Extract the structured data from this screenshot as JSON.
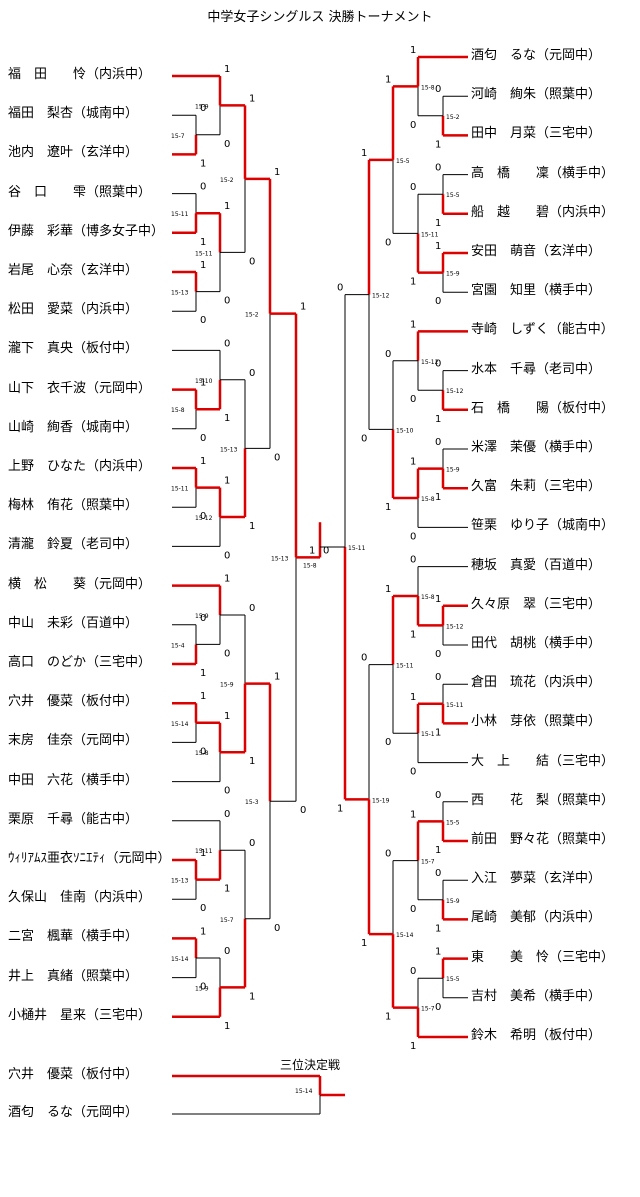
{
  "title": "中学女子シングルス 決勝トーナメント",
  "left_players": [
    {
      "name": "福　田　　怜",
      "team": "（内浜中）"
    },
    {
      "name": "福田　梨杏",
      "team": "（城南中）"
    },
    {
      "name": "池内　遼叶",
      "team": "（玄洋中）"
    },
    {
      "name": "谷　口　　雫",
      "team": "（照葉中）"
    },
    {
      "name": "伊藤　彩華",
      "team": "（博多女子中）"
    },
    {
      "name": "岩尾　心奈",
      "team": "（玄洋中）"
    },
    {
      "name": "松田　愛菜",
      "team": "（内浜中）"
    },
    {
      "name": "瀧下　真央",
      "team": "（板付中）"
    },
    {
      "name": "山下　衣千波",
      "team": "（元岡中）"
    },
    {
      "name": "山崎　絢香",
      "team": "（城南中）"
    },
    {
      "name": "上野　ひなた",
      "team": "（内浜中）"
    },
    {
      "name": "梅林　侑花",
      "team": "（照葉中）"
    },
    {
      "name": "清瀧　鈴夏",
      "team": "（老司中）"
    },
    {
      "name": "横　松　　葵",
      "team": "（元岡中）"
    },
    {
      "name": "中山　未彩",
      "team": "（百道中）"
    },
    {
      "name": "高口　のどか",
      "team": "（三宅中）"
    },
    {
      "name": "穴井　優菜",
      "team": "（板付中）"
    },
    {
      "name": "末房　佳奈",
      "team": "（元岡中）"
    },
    {
      "name": "中田　六花",
      "team": "（横手中）"
    },
    {
      "name": "栗原　千尋",
      "team": "（能古中）"
    },
    {
      "name": "ｳｨﾘｱﾑｽ亜衣ｿﾆｴﾃｨ",
      "team": "（元岡中）"
    },
    {
      "name": "久保山　佳南",
      "team": "（内浜中）"
    },
    {
      "name": "二宮　楓華",
      "team": "（横手中）"
    },
    {
      "name": "井上　真緒",
      "team": "（照葉中）"
    },
    {
      "name": "小樋井　星来",
      "team": "（三宅中）"
    }
  ],
  "right_players": [
    {
      "name": "酒匂　るな",
      "team": "（元岡中）"
    },
    {
      "name": "河崎　絢朱",
      "team": "（照葉中）"
    },
    {
      "name": "田中　月菜",
      "team": "（三宅中）"
    },
    {
      "name": "高　橋　　凜",
      "team": "（横手中）"
    },
    {
      "name": "船　越　　碧",
      "team": "（内浜中）"
    },
    {
      "name": "安田　萌音",
      "team": "（玄洋中）"
    },
    {
      "name": "宮園　知里",
      "team": "（横手中）"
    },
    {
      "name": "寺崎　しずく",
      "team": "（能古中）"
    },
    {
      "name": "水本　千尋",
      "team": "（老司中）"
    },
    {
      "name": "石　橋　　陽",
      "team": "（板付中）"
    },
    {
      "name": "米澤　茉優",
      "team": "（横手中）"
    },
    {
      "name": "久富　朱莉",
      "team": "（三宅中）"
    },
    {
      "name": "笹栗　ゆり子",
      "team": "（城南中）"
    },
    {
      "name": "穂坂　真愛",
      "team": "（百道中）"
    },
    {
      "name": "久々原　翠",
      "team": "（三宅中）"
    },
    {
      "name": "田代　胡桃",
      "team": "（横手中）"
    },
    {
      "name": "倉田　琉花",
      "team": "（内浜中）"
    },
    {
      "name": "小林　芽依",
      "team": "（照葉中）"
    },
    {
      "name": "大　上　　結",
      "team": "（三宅中）"
    },
    {
      "name": "西　　花　梨",
      "team": "（照葉中）"
    },
    {
      "name": "前田　野々花",
      "team": "（照葉中）"
    },
    {
      "name": "入江　夢菜",
      "team": "（玄洋中）"
    },
    {
      "name": "尾崎　美郁",
      "team": "（内浜中）"
    },
    {
      "name": "東　　美　怜",
      "team": "（三宅中）"
    },
    {
      "name": "吉村　美希",
      "team": "（横手中）"
    },
    {
      "name": "鈴木　希明",
      "team": "（板付中）"
    }
  ],
  "third_place": {
    "title": "三位決定戦",
    "players": [
      {
        "name": "穴井　優菜",
        "team": "（板付中）"
      },
      {
        "name": "酒匂　るな",
        "team": "（元岡中）"
      }
    ],
    "score": "15-14"
  },
  "colors": {
    "winner_line": "#dd0000",
    "loser_line": "#000000"
  },
  "left_matches": [
    {
      "id": "L_a",
      "inputs": [
        1,
        2
      ],
      "score": "15-7",
      "marks": [
        "0",
        "1"
      ],
      "win": 1
    },
    {
      "id": "L_b",
      "inputs": [
        0,
        "L_a"
      ],
      "score": "15-9",
      "marks": [
        "1",
        "0"
      ],
      "win": 0
    },
    {
      "id": "L_c",
      "inputs": [
        3,
        4
      ],
      "score": "15-11",
      "marks": [
        "0",
        "1"
      ],
      "win": 1
    },
    {
      "id": "L_d",
      "inputs": [
        5,
        6
      ],
      "score": "15-13",
      "marks": [
        "1",
        "0"
      ],
      "win": 0
    },
    {
      "id": "L_e",
      "inputs": [
        "L_c",
        "L_d"
      ],
      "score": "15-11",
      "marks": [
        "1",
        "0"
      ],
      "win": 0
    },
    {
      "id": "L_f",
      "inputs": [
        "L_b",
        "L_e"
      ],
      "score": "15-2",
      "marks": [
        "1",
        "0"
      ],
      "win": 0
    },
    {
      "id": "L_g",
      "inputs": [
        8,
        9
      ],
      "score": "15-8",
      "marks": [
        "1",
        "0"
      ],
      "win": 0
    },
    {
      "id": "L_h",
      "inputs": [
        7,
        "L_g"
      ],
      "score": "15-10",
      "marks": [
        "0",
        "1"
      ],
      "win": 1
    },
    {
      "id": "L_i",
      "inputs": [
        10,
        11
      ],
      "score": "15-11",
      "marks": [
        "1",
        "0"
      ],
      "win": 0
    },
    {
      "id": "L_j",
      "inputs": [
        "L_i",
        12
      ],
      "score": "15-12",
      "marks": [
        "1",
        "0"
      ],
      "win": 0
    },
    {
      "id": "L_k",
      "inputs": [
        "L_h",
        "L_j"
      ],
      "score": "15-13",
      "marks": [
        "0",
        "1"
      ],
      "win": 1
    },
    {
      "id": "L_l",
      "inputs": [
        "L_f",
        "L_k"
      ],
      "score": "15-2",
      "marks": [
        "1",
        "0"
      ],
      "win": 0
    },
    {
      "id": "L_m",
      "inputs": [
        14,
        15
      ],
      "score": "15-4",
      "marks": [
        "0",
        "1"
      ],
      "win": 1
    },
    {
      "id": "L_n",
      "inputs": [
        13,
        "L_m"
      ],
      "score": "15-9",
      "marks": [
        "1",
        "0"
      ],
      "win": 0
    },
    {
      "id": "L_o",
      "inputs": [
        16,
        17
      ],
      "score": "15-14",
      "marks": [
        "1",
        "0"
      ],
      "win": 0
    },
    {
      "id": "L_p",
      "inputs": [
        "L_o",
        18
      ],
      "score": "15-8",
      "marks": [
        "1",
        "0"
      ],
      "win": 0
    },
    {
      "id": "L_q",
      "inputs": [
        "L_n",
        "L_p"
      ],
      "score": "15-9",
      "marks": [
        "0",
        "1"
      ],
      "win": 1
    },
    {
      "id": "L_r",
      "inputs": [
        20,
        21
      ],
      "score": "15-13",
      "marks": [
        "1",
        "0"
      ],
      "win": 0
    },
    {
      "id": "L_s",
      "inputs": [
        19,
        "L_r"
      ],
      "score": "15-11",
      "marks": [
        "0",
        "1"
      ],
      "win": 1
    },
    {
      "id": "L_t",
      "inputs": [
        22,
        23
      ],
      "score": "15-14",
      "marks": [
        "1",
        "0"
      ],
      "win": 0
    },
    {
      "id": "L_u",
      "inputs": [
        "L_t",
        24
      ],
      "score": "15-9",
      "marks": [
        "0",
        "1"
      ],
      "win": 1
    },
    {
      "id": "L_v",
      "inputs": [
        "L_s",
        "L_u"
      ],
      "score": "15-7",
      "marks": [
        "0",
        "1"
      ],
      "win": 1
    },
    {
      "id": "L_w",
      "inputs": [
        "L_q",
        "L_v"
      ],
      "score": "15-3",
      "marks": [
        "1",
        "0"
      ],
      "win": 0
    },
    {
      "id": "L_x",
      "inputs": [
        "L_l",
        "L_w"
      ],
      "score": "15-13",
      "marks": [
        "1",
        "0"
      ],
      "win": 0
    }
  ],
  "right_matches": [
    {
      "id": "R_a",
      "inputs": [
        1,
        2
      ],
      "score": "15-2",
      "marks": [
        "0",
        "1"
      ],
      "win": 1
    },
    {
      "id": "R_b",
      "inputs": [
        0,
        "R_a"
      ],
      "score": "15-8",
      "marks": [
        "1",
        "0"
      ],
      "win": 0
    },
    {
      "id": "R_c",
      "inputs": [
        3,
        4
      ],
      "score": "15-5",
      "marks": [
        "0",
        "1"
      ],
      "win": 1
    },
    {
      "id": "R_d",
      "inputs": [
        5,
        6
      ],
      "score": "15-9",
      "marks": [
        "1",
        "0"
      ],
      "win": 0
    },
    {
      "id": "R_e",
      "inputs": [
        "R_c",
        "R_d"
      ],
      "score": "15-11",
      "marks": [
        "0",
        "1"
      ],
      "win": 1
    },
    {
      "id": "R_f",
      "inputs": [
        "R_b",
        "R_e"
      ],
      "score": "15-5",
      "marks": [
        "1",
        "0"
      ],
      "win": 0
    },
    {
      "id": "R_g",
      "inputs": [
        8,
        9
      ],
      "score": "15-12",
      "marks": [
        "0",
        "1"
      ],
      "win": 1
    },
    {
      "id": "R_h",
      "inputs": [
        7,
        "R_g"
      ],
      "score": "15-12",
      "marks": [
        "1",
        "0"
      ],
      "win": 0
    },
    {
      "id": "R_i",
      "inputs": [
        10,
        11
      ],
      "score": "15-9",
      "marks": [
        "0",
        "1"
      ],
      "win": 1
    },
    {
      "id": "R_j",
      "inputs": [
        "R_i",
        12
      ],
      "score": "15-8",
      "marks": [
        "1",
        "0"
      ],
      "win": 0
    },
    {
      "id": "R_k",
      "inputs": [
        "R_h",
        "R_j"
      ],
      "score": "15-10",
      "marks": [
        "0",
        "1"
      ],
      "win": 1
    },
    {
      "id": "R_l",
      "inputs": [
        "R_f",
        "R_k"
      ],
      "score": "15-12",
      "marks": [
        "1",
        "0"
      ],
      "win": 0
    },
    {
      "id": "R_m",
      "inputs": [
        14,
        15
      ],
      "score": "15-12",
      "marks": [
        "1",
        "0"
      ],
      "win": 0
    },
    {
      "id": "R_n",
      "inputs": [
        13,
        "R_m"
      ],
      "score": "15-8",
      "marks": [
        "0",
        "1"
      ],
      "win": 1
    },
    {
      "id": "R_o",
      "inputs": [
        16,
        17
      ],
      "score": "15-11",
      "marks": [
        "0",
        "1"
      ],
      "win": 1
    },
    {
      "id": "R_p",
      "inputs": [
        "R_o",
        18
      ],
      "score": "15-1",
      "marks": [
        "1",
        "0"
      ],
      "win": 0
    },
    {
      "id": "R_q",
      "inputs": [
        "R_n",
        "R_p"
      ],
      "score": "15-11",
      "marks": [
        "1",
        "0"
      ],
      "win": 0
    },
    {
      "id": "R_r",
      "inputs": [
        19,
        20
      ],
      "score": "15-5",
      "marks": [
        "0",
        "1"
      ],
      "win": 1
    },
    {
      "id": "R_s",
      "inputs": [
        21,
        22
      ],
      "score": "15-9",
      "marks": [
        "0",
        "1"
      ],
      "win": 1
    },
    {
      "id": "R_t",
      "inputs": [
        "R_r",
        "R_s"
      ],
      "score": "15-7",
      "marks": [
        "1",
        "0"
      ],
      "win": 0
    },
    {
      "id": "R_u",
      "inputs": [
        23,
        24
      ],
      "score": "15-5",
      "marks": [
        "1",
        "0"
      ],
      "win": 0
    },
    {
      "id": "R_v",
      "inputs": [
        "R_u",
        25
      ],
      "score": "15-7",
      "marks": [
        "0",
        "1"
      ],
      "win": 1
    },
    {
      "id": "R_w",
      "inputs": [
        "R_t",
        "R_v"
      ],
      "score": "15-14",
      "marks": [
        "0",
        "1"
      ],
      "win": 1
    },
    {
      "id": "R_x",
      "inputs": [
        "R_q",
        "R_w"
      ],
      "score": "15-19",
      "marks": [
        "0",
        "1"
      ],
      "win": 1
    },
    {
      "id": "R_y",
      "inputs": [
        "R_l",
        "R_x"
      ],
      "score": "15-11",
      "marks": [
        "0",
        "1"
      ],
      "win": 1
    }
  ],
  "final": {
    "score": "15-8",
    "left_mark": "1",
    "right_mark": "0"
  }
}
